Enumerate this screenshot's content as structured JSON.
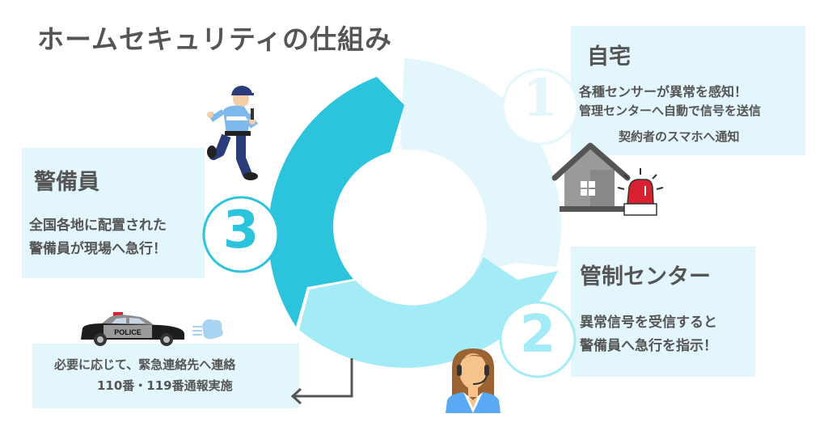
{
  "title": "ホームセキュリティの仕組み",
  "colors": {
    "segment_home": "#e3f6fb",
    "segment_center": "#a3ebf7",
    "segment_guard": "#2cc3dd",
    "box_bg": "#e3f6fb",
    "text": "#555555",
    "siren_red": "#d8202f"
  },
  "steps": [
    {
      "number": "1",
      "heading": "自宅",
      "lines": [
        "各種センサーが異常を感知！",
        "管理センターへ自動で信号を送信",
        "契約者のスマホへ通知"
      ],
      "icon": "house-with-siren-icon"
    },
    {
      "number": "2",
      "heading": "管制センター",
      "lines": [
        "異常信号を受信すると",
        "警備員へ急行を指示！"
      ],
      "icon": "operator-headset-icon"
    },
    {
      "number": "3",
      "heading": "警備員",
      "lines": [
        "全国各地に配置された",
        "警備員が現場へ急行！"
      ],
      "icon": "running-guard-icon"
    }
  ],
  "emergency": {
    "lines": [
      "必要に応じて、緊急連絡先へ連絡",
      "110番・119番通報実施"
    ],
    "icon": "police-car-icon",
    "car_label": "POLICE"
  }
}
